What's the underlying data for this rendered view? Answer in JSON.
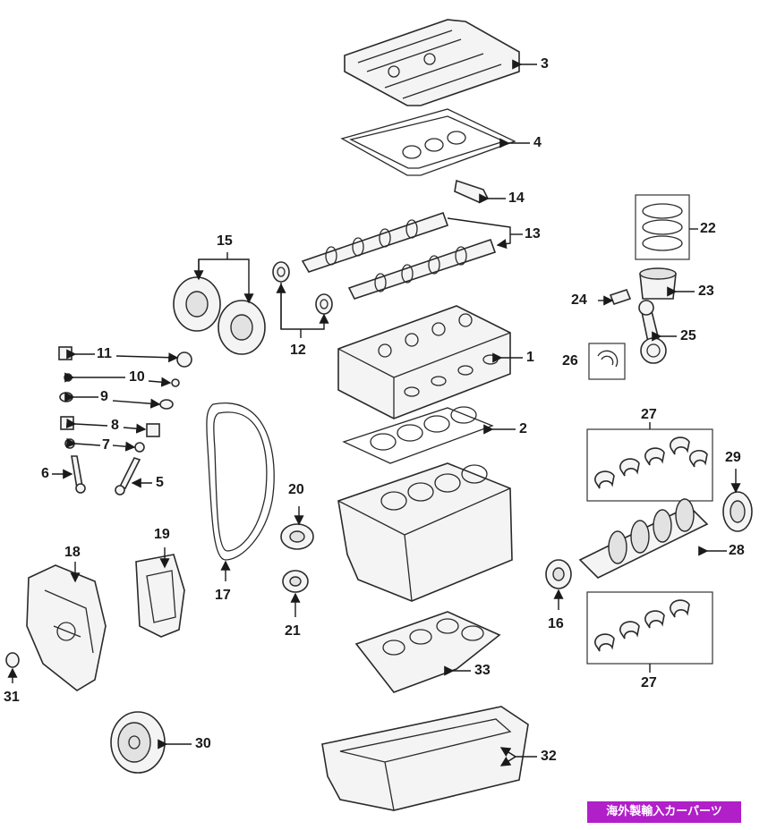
{
  "diagram": {
    "callouts": {
      "c1": "1",
      "c2": "2",
      "c3": "3",
      "c4": "4",
      "c5": "5",
      "c6": "6",
      "c7": "7",
      "c8": "8",
      "c9": "9",
      "c10": "10",
      "c11": "11",
      "c12": "12",
      "c13": "13",
      "c14": "14",
      "c15": "15",
      "c16": "16",
      "c17": "17",
      "c18": "18",
      "c19": "19",
      "c20": "20",
      "c21": "21",
      "c22": "22",
      "c23": "23",
      "c24": "24",
      "c25": "25",
      "c26": "26",
      "c27a": "27",
      "c27b": "27",
      "c28": "28",
      "c29": "29",
      "c30": "30",
      "c31": "31",
      "c32": "32",
      "c33": "33"
    },
    "watermark": "海外製輸入カーパーツ",
    "colors": {
      "watermark_bg": "#b11fc9",
      "line": "#1a1a1a"
    }
  }
}
